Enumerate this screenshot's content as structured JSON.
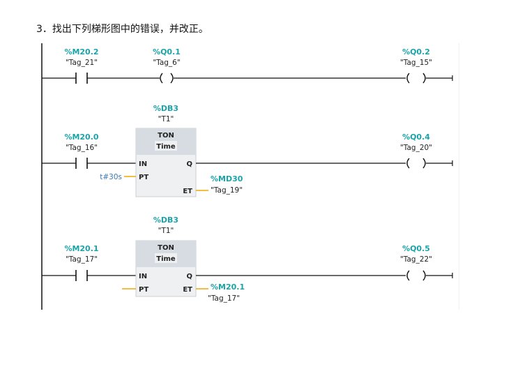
{
  "question": "3．找出下列梯形图中的错误，并改正。",
  "networks": [
    {
      "contact": {
        "address": "%M20.2",
        "tag": "\"Tag_21\""
      },
      "mid_coil": {
        "address": "%Q0.1",
        "tag": "\"Tag_6\""
      },
      "coil": {
        "address": "%Q0.2",
        "tag": "\"Tag_15\""
      }
    },
    {
      "contact": {
        "address": "%M20.0",
        "tag": "\"Tag_16\""
      },
      "timer": {
        "db": "%DB3",
        "instance": "\"T1\"",
        "type": "TON",
        "base": "Time",
        "pin_in": "IN",
        "pin_pt": "PT",
        "pin_q": "Q",
        "pin_et": "ET",
        "pt_value": "t#30s",
        "et_address": "%MD30",
        "et_tag": "\"Tag_19\""
      },
      "coil": {
        "address": "%Q0.4",
        "tag": "\"Tag_20\""
      }
    },
    {
      "contact": {
        "address": "%M20.1",
        "tag": "\"Tag_17\""
      },
      "timer": {
        "db": "%DB3",
        "instance": "\"T1\"",
        "type": "TON",
        "base": "Time",
        "pin_in": "IN",
        "pin_pt": "PT",
        "pin_q": "Q",
        "pin_et": "ET",
        "pt_value": "",
        "et_address": "%M20.1",
        "et_tag": "\"Tag_17\""
      },
      "coil": {
        "address": "%Q0.5",
        "tag": "\"Tag_22\""
      }
    }
  ],
  "colors": {
    "address": "#1aa3a9",
    "pt_value": "#3e78b6",
    "block_header": "#d6dce2",
    "block_body": "#eef0f2"
  }
}
